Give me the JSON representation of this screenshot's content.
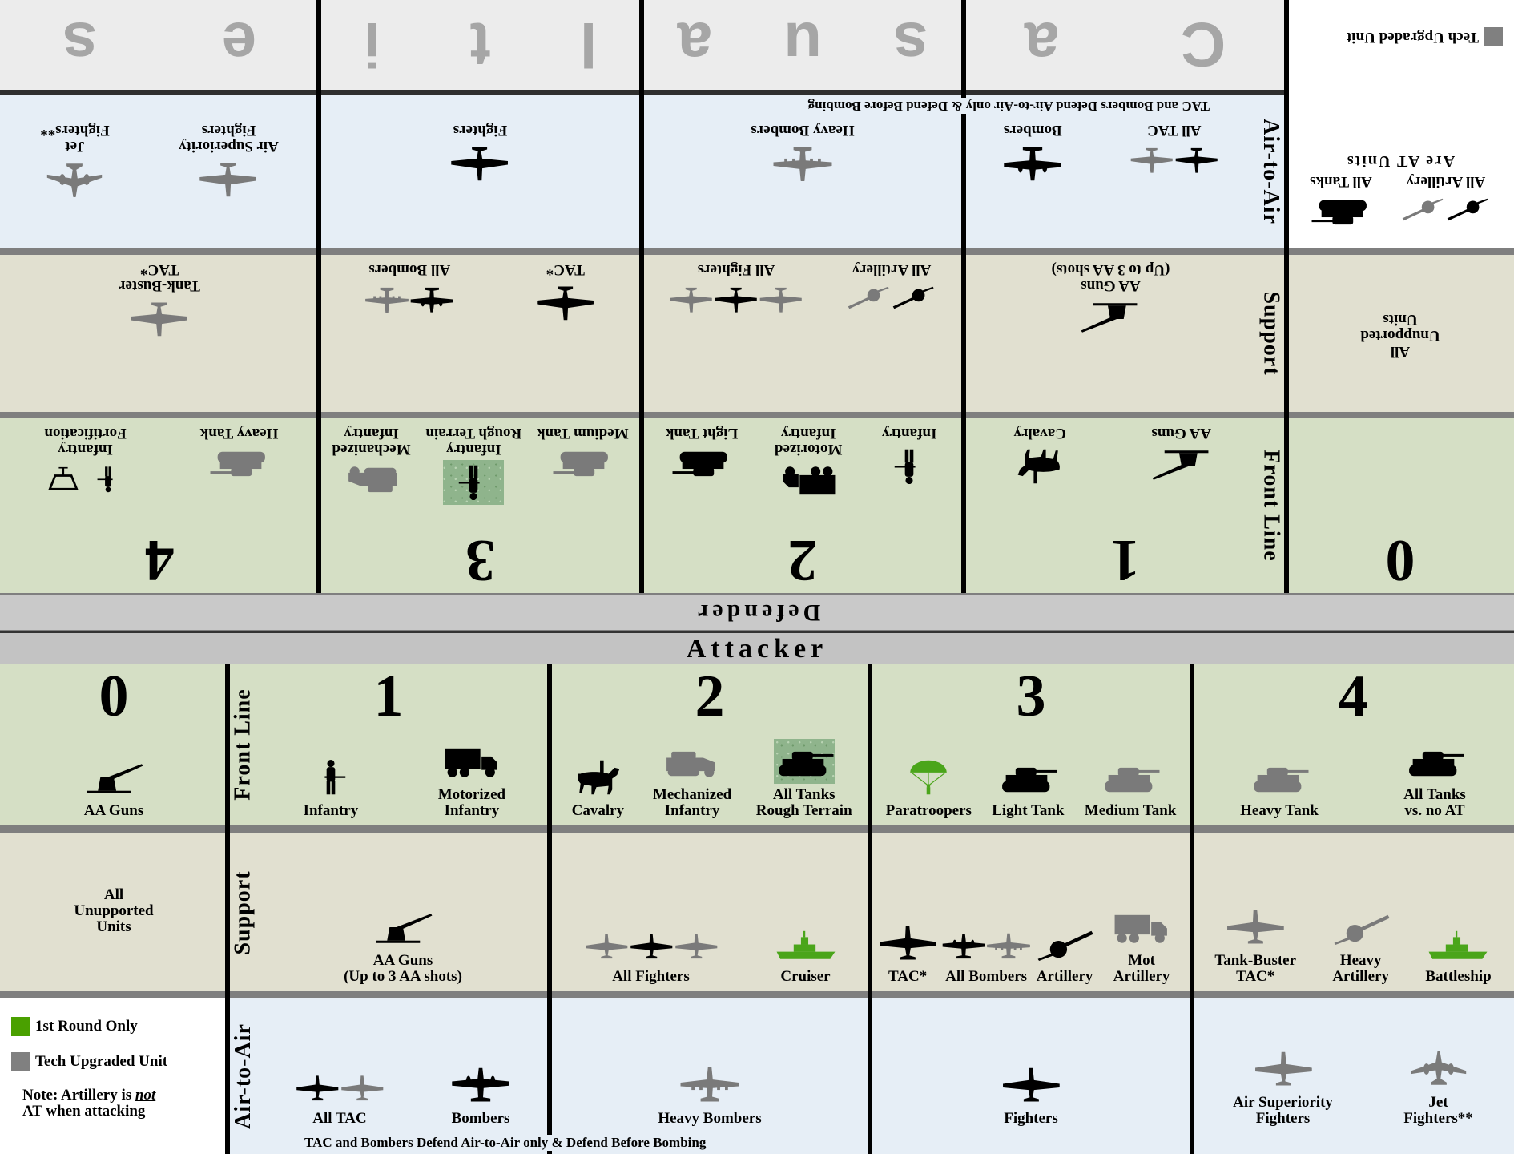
{
  "defender": {
    "title": "Defender",
    "row_labels": {
      "front": "Front Line",
      "support": "Support",
      "air": "Air-to-Air"
    },
    "casualties_letters": [
      [
        "C",
        "a"
      ],
      [
        "s",
        "u",
        "a"
      ],
      [
        "l",
        "t",
        "i"
      ],
      [
        "e",
        "s"
      ]
    ],
    "note": "TAC and Bombers Defend Air-to-Air only & Defend Before Bombing",
    "legend": {
      "at_units": [
        {
          "label": "All Artillery",
          "icons": [
            {
              "icon": "artillery",
              "tone": "black"
            },
            {
              "icon": "artillery",
              "tone": "gray"
            }
          ]
        },
        {
          "label": "All Tanks",
          "icons": [
            {
              "icon": "tank",
              "tone": "black"
            }
          ]
        }
      ],
      "at_caption": "Are AT Units",
      "items": [
        {
          "label": "Tech Upgraded Unit",
          "color": "#808080"
        }
      ]
    },
    "columns": [
      {
        "number": "0",
        "front": [],
        "support": [
          {
            "label": "All\nUnupported\nUnits",
            "icons": []
          }
        ],
        "air": []
      },
      {
        "number": "1",
        "front": [
          {
            "label": "AA Guns",
            "icons": [
              {
                "icon": "aagun",
                "tone": "black"
              }
            ]
          },
          {
            "label": "Cavalry",
            "icons": [
              {
                "icon": "horse",
                "tone": "black"
              }
            ]
          }
        ],
        "support": [
          {
            "label": "AA Guns\n(Up to 3 AA shots)",
            "icons": [
              {
                "icon": "aagun",
                "tone": "black"
              }
            ]
          }
        ],
        "air": [
          {
            "label": "All TAC",
            "icons": [
              {
                "icon": "plane",
                "tone": "black"
              },
              {
                "icon": "plane",
                "tone": "gray"
              }
            ]
          },
          {
            "label": "Bombers",
            "icons": [
              {
                "icon": "bomber",
                "tone": "black"
              }
            ]
          }
        ]
      },
      {
        "number": "2",
        "front": [
          {
            "label": "Infantry",
            "icons": [
              {
                "icon": "soldier",
                "tone": "black"
              }
            ]
          },
          {
            "label": "Motorized\nInfantry",
            "icons": [
              {
                "icon": "truck",
                "tone": "black"
              }
            ]
          },
          {
            "label": "Light Tank",
            "icons": [
              {
                "icon": "tank",
                "tone": "black"
              }
            ]
          }
        ],
        "support": [
          {
            "label": "All Artillery",
            "icons": [
              {
                "icon": "artillery",
                "tone": "black"
              },
              {
                "icon": "artillery",
                "tone": "gray"
              }
            ]
          },
          {
            "label": "All Fighters",
            "icons": [
              {
                "icon": "plane",
                "tone": "gray"
              },
              {
                "icon": "plane",
                "tone": "black"
              },
              {
                "icon": "plane",
                "tone": "gray"
              }
            ]
          }
        ],
        "air": [
          {
            "label": "Heavy Bombers",
            "icons": [
              {
                "icon": "heavybomber",
                "tone": "gray"
              }
            ]
          }
        ]
      },
      {
        "number": "3",
        "front": [
          {
            "label": "Medium Tank",
            "icons": [
              {
                "icon": "tank",
                "tone": "gray"
              }
            ]
          },
          {
            "label": "Infantry\nRough Terrain",
            "icons": [
              {
                "icon": "soldier",
                "tone": "black",
                "camo": true
              }
            ]
          },
          {
            "label": "Mechanized\nInfantry",
            "icons": [
              {
                "icon": "halftrack",
                "tone": "gray"
              }
            ]
          }
        ],
        "support": [
          {
            "label": "TAC*",
            "icons": [
              {
                "icon": "plane",
                "tone": "black"
              }
            ]
          },
          {
            "label": "All Bombers",
            "icons": [
              {
                "icon": "bomber",
                "tone": "black"
              },
              {
                "icon": "heavybomber",
                "tone": "gray"
              }
            ]
          }
        ],
        "air": [
          {
            "label": "Fighters",
            "icons": [
              {
                "icon": "plane",
                "tone": "black"
              }
            ]
          }
        ]
      },
      {
        "number": "4",
        "front": [
          {
            "label": "Heavy Tank",
            "icons": [
              {
                "icon": "tank",
                "tone": "gray"
              }
            ]
          },
          {
            "label": "Infantry\nFortification",
            "icons": [
              {
                "icon": "soldier",
                "tone": "black"
              },
              {
                "icon": "fort",
                "tone": "black"
              }
            ]
          }
        ],
        "support": [
          {
            "label": "Tank-Buster\nTAC*",
            "icons": [
              {
                "icon": "plane",
                "tone": "gray"
              }
            ]
          }
        ],
        "air": [
          {
            "label": "Air Superiority\nFighters",
            "icons": [
              {
                "icon": "plane",
                "tone": "gray"
              }
            ]
          },
          {
            "label": "Jet\nFighters**",
            "icons": [
              {
                "icon": "jet",
                "tone": "gray"
              }
            ]
          }
        ]
      }
    ]
  },
  "attacker": {
    "title": "Attacker",
    "row_labels": {
      "front": "Front Line",
      "support": "Support",
      "air": "Air-to-Air"
    },
    "note": "TAC and Bombers Defend Air-to-Air only & Defend Before Bombing",
    "legend": {
      "items": [
        {
          "label": "1st Round Only",
          "color": "#4aa000"
        },
        {
          "label": "Tech Upgraded Unit",
          "color": "#808080"
        }
      ],
      "note_pre": "Note: Artillery is",
      "note_em": "not",
      "note_post": "AT when attacking"
    },
    "columns": [
      {
        "number": "0",
        "front": [
          {
            "label": "AA Guns",
            "icons": [
              {
                "icon": "aagun",
                "tone": "black"
              }
            ]
          }
        ],
        "support": [
          {
            "label": "All\nUnupported\nUnits",
            "icons": []
          }
        ],
        "air": []
      },
      {
        "number": "1",
        "front": [
          {
            "label": "Infantry",
            "icons": [
              {
                "icon": "soldier",
                "tone": "black"
              }
            ]
          },
          {
            "label": "Motorized\nInfantry",
            "icons": [
              {
                "icon": "truck",
                "tone": "black"
              }
            ]
          }
        ],
        "support": [
          {
            "label": "AA Guns\n(Up to 3 AA shots)",
            "icons": [
              {
                "icon": "aagun",
                "tone": "black"
              }
            ]
          }
        ],
        "air": [
          {
            "label": "All TAC",
            "icons": [
              {
                "icon": "plane",
                "tone": "black"
              },
              {
                "icon": "plane",
                "tone": "gray"
              }
            ]
          },
          {
            "label": "Bombers",
            "icons": [
              {
                "icon": "bomber",
                "tone": "black"
              }
            ]
          }
        ]
      },
      {
        "number": "2",
        "front": [
          {
            "label": "Cavalry",
            "icons": [
              {
                "icon": "horse",
                "tone": "black"
              }
            ]
          },
          {
            "label": "Mechanized\nInfantry",
            "icons": [
              {
                "icon": "halftrack",
                "tone": "gray"
              }
            ]
          },
          {
            "label": "All Tanks\nRough Terrain",
            "icons": [
              {
                "icon": "tank",
                "tone": "black",
                "camo": true
              }
            ]
          }
        ],
        "support": [
          {
            "label": "All Fighters",
            "icons": [
              {
                "icon": "plane",
                "tone": "gray"
              },
              {
                "icon": "plane",
                "tone": "black"
              },
              {
                "icon": "plane",
                "tone": "gray"
              }
            ]
          },
          {
            "label": "Cruiser",
            "icons": [
              {
                "icon": "ship",
                "tone": "green"
              }
            ]
          }
        ],
        "air": [
          {
            "label": "Heavy Bombers",
            "icons": [
              {
                "icon": "heavybomber",
                "tone": "gray"
              }
            ]
          }
        ]
      },
      {
        "number": "3",
        "front": [
          {
            "label": "Paratroopers",
            "icons": [
              {
                "icon": "parachute",
                "tone": "green"
              }
            ]
          },
          {
            "label": "Light Tank",
            "icons": [
              {
                "icon": "tank",
                "tone": "black"
              }
            ]
          },
          {
            "label": "Medium Tank",
            "icons": [
              {
                "icon": "tank",
                "tone": "gray"
              }
            ]
          }
        ],
        "support": [
          {
            "label": "TAC*",
            "icons": [
              {
                "icon": "plane",
                "tone": "black"
              }
            ]
          },
          {
            "label": "All Bombers",
            "icons": [
              {
                "icon": "bomber",
                "tone": "black"
              },
              {
                "icon": "heavybomber",
                "tone": "gray"
              }
            ]
          },
          {
            "label": "Artillery",
            "icons": [
              {
                "icon": "artillery",
                "tone": "black"
              }
            ]
          },
          {
            "label": "Mot Artillery",
            "icons": [
              {
                "icon": "truck",
                "tone": "gray"
              }
            ]
          }
        ],
        "air": [
          {
            "label": "Fighters",
            "icons": [
              {
                "icon": "plane",
                "tone": "black"
              }
            ]
          }
        ]
      },
      {
        "number": "4",
        "front": [
          {
            "label": "Heavy Tank",
            "icons": [
              {
                "icon": "tank",
                "tone": "gray"
              }
            ]
          },
          {
            "label": "All Tanks\nvs. no AT",
            "icons": [
              {
                "icon": "tank",
                "tone": "black"
              }
            ]
          }
        ],
        "support": [
          {
            "label": "Tank-Buster\nTAC*",
            "icons": [
              {
                "icon": "plane",
                "tone": "gray"
              }
            ]
          },
          {
            "label": "Heavy\nArtillery",
            "icons": [
              {
                "icon": "artillery",
                "tone": "gray"
              }
            ]
          },
          {
            "label": "Battleship",
            "icons": [
              {
                "icon": "ship",
                "tone": "green"
              }
            ]
          }
        ],
        "air": [
          {
            "label": "Air Superiority\nFighters",
            "icons": [
              {
                "icon": "plane",
                "tone": "gray"
              }
            ]
          },
          {
            "label": "Jet\nFighters**",
            "icons": [
              {
                "icon": "jet",
                "tone": "gray"
              }
            ]
          }
        ]
      }
    ]
  }
}
